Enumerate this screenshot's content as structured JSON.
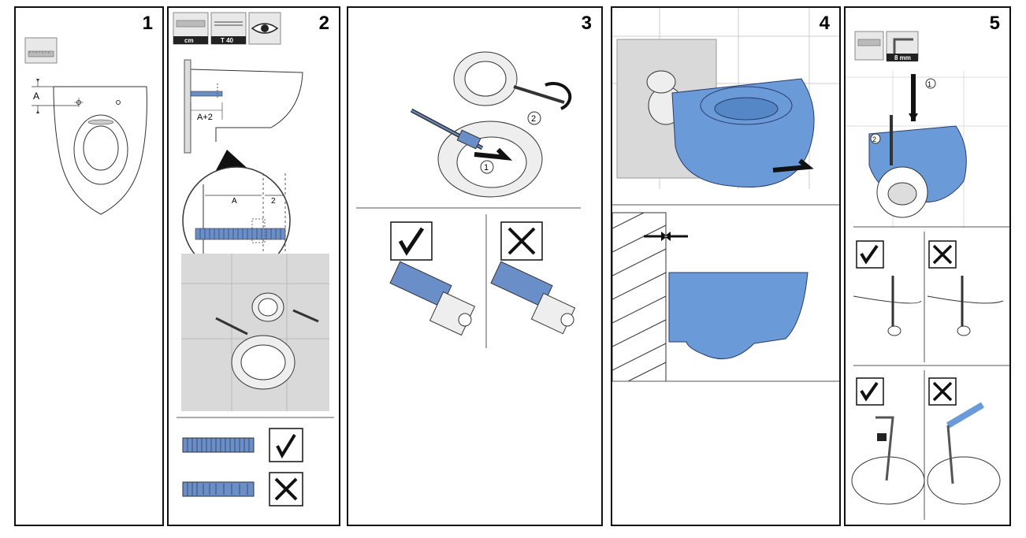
{
  "steps": [
    {
      "number": "1",
      "dimension_label": "A"
    },
    {
      "number": "2",
      "tool_labels": [
        "cm",
        "T 40"
      ],
      "dimension_labels": [
        "A+2",
        "A",
        "2"
      ]
    },
    {
      "number": "3",
      "callouts": [
        "1",
        "2"
      ]
    },
    {
      "number": "4"
    },
    {
      "number": "5",
      "tool_label": "8 mm",
      "callouts": [
        "1",
        "2"
      ]
    }
  ],
  "colors": {
    "ceramic_blue": "#6a9bd8",
    "frame": "#111111",
    "wall_gray": "#d9d9d9"
  },
  "icons": [
    "ruler-icon",
    "drill-bit-icon",
    "eye-icon",
    "hex-key-icon",
    "check-icon",
    "cross-icon"
  ]
}
